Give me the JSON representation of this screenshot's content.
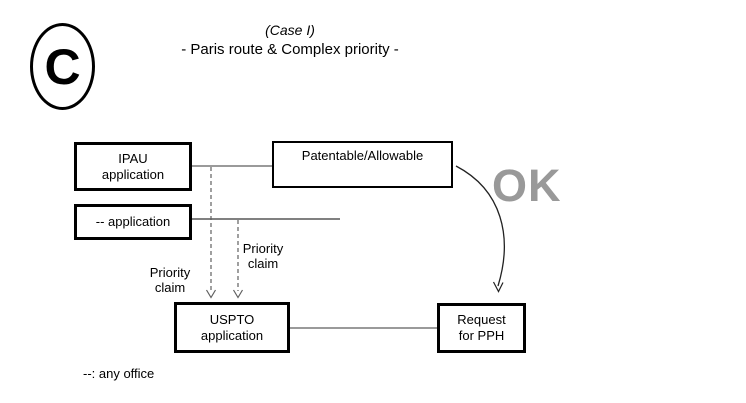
{
  "header": {
    "badge": "C",
    "case_label": "(Case I)",
    "subtitle": "- Paris route & Complex priority -"
  },
  "boxes": {
    "ipau": {
      "line1": "IPAU",
      "line2": "application"
    },
    "any_office": {
      "label": "-- application"
    },
    "patentable": {
      "label": "Patentable/Allowable"
    },
    "uspto": {
      "line1": "USPTO",
      "line2": "application"
    },
    "request": {
      "line1": "Request",
      "line2": "for PPH"
    }
  },
  "annotations": {
    "ok_label": "OK",
    "priority_claim_left": {
      "line1": "Priority",
      "line2": "claim"
    },
    "priority_claim_right": {
      "line1": "Priority",
      "line2": "claim"
    },
    "footnote": "--: any office"
  },
  "colors": {
    "ink": "#000000",
    "gray_connector": "#9a9a9a",
    "dashed_arrow": "#606060",
    "curve_arrow": "#222222",
    "ok_text": "#999999",
    "background": "#ffffff"
  }
}
